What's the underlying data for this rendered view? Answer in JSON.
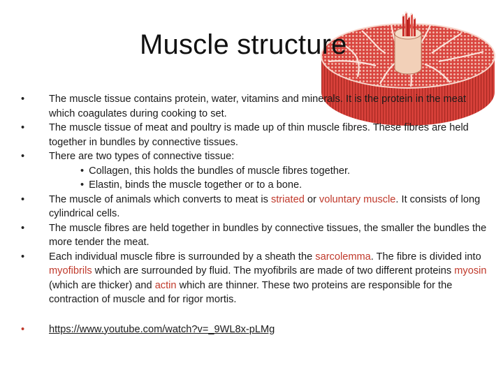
{
  "slide": {
    "title": "Muscle structure",
    "bullets": [
      {
        "t1": "The muscle tissue contains protein, water, vitamins and minerals. It is the protein in the meat which coagulates during cooking to set."
      },
      {
        "t1": "The muscle tissue of meat and poultry is made up of thin muscle fibres. These fibres are held together in bundles by connective tissues."
      },
      {
        "t1": "There are two types of connective tissue:"
      },
      {
        "t1": "The muscle of animals which converts to meat is ",
        "h1": "striated",
        "t2": " or ",
        "h2": "voluntary muscle",
        "t3": ". It consists of long cylindrical cells."
      },
      {
        "t1": "The muscle fibres are held together in bundles by connective tissues, the smaller the bundles the more tender the meat."
      },
      {
        "t1": "Each individual muscle fibre is surrounded by a sheath the ",
        "h1": "sarcolemma",
        "t2": ". The fibre is divided into ",
        "h2": "myofibrils",
        "t3": " which are surrounded by fluid. The myofibrils are made of two different proteins ",
        "h3": "myosin",
        "t4": " (which are thicker) and ",
        "h4": "actin",
        "t5": " which are thinner. These two proteins are responsible for the contraction of muscle and for rigor mortis."
      }
    ],
    "sub_bullets": [
      "Collagen, this holds the bundles of muscle fibres together.",
      "Elastin, binds the muscle together or to a bone."
    ],
    "bullet_glyph": "•",
    "link": "https://www.youtube.com/watch?v=_9WL8x-pLMg",
    "illustration_icon": "muscle-cross-section-icon",
    "colors": {
      "text": "#1a1a1a",
      "highlight": "#c0392b",
      "muscle": "#d9453f"
    }
  }
}
